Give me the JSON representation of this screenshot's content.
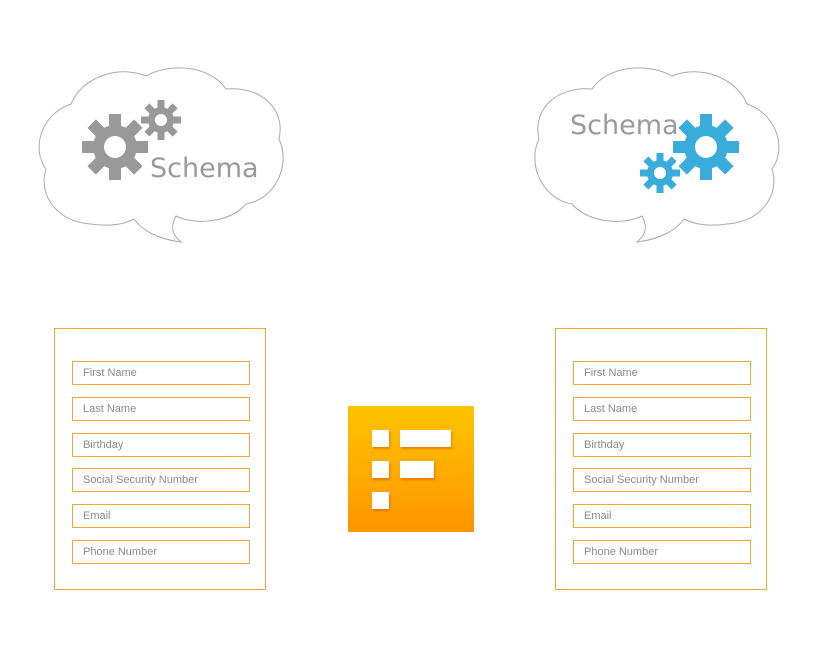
{
  "clouds": {
    "left": {
      "label": "Schema",
      "gear_color": "#999999"
    },
    "right": {
      "label": "Schema",
      "gear_color": "#3aacdb"
    }
  },
  "form_left": {
    "fields": [
      "First Name",
      "Last Name",
      "Birthday",
      "Social Security Number",
      "Email",
      "Phone Number"
    ]
  },
  "form_right": {
    "fields": [
      "First Name",
      "Last Name",
      "Birthday",
      "Social Security Number",
      "Email",
      "Phone Number"
    ]
  },
  "form_icon": {
    "icon": "form-app-icon",
    "color_top": "#ffc400",
    "color_bottom": "#ff9500"
  },
  "colors": {
    "form_border": "#f0a830",
    "cloud_stroke": "#aaaaaa"
  }
}
